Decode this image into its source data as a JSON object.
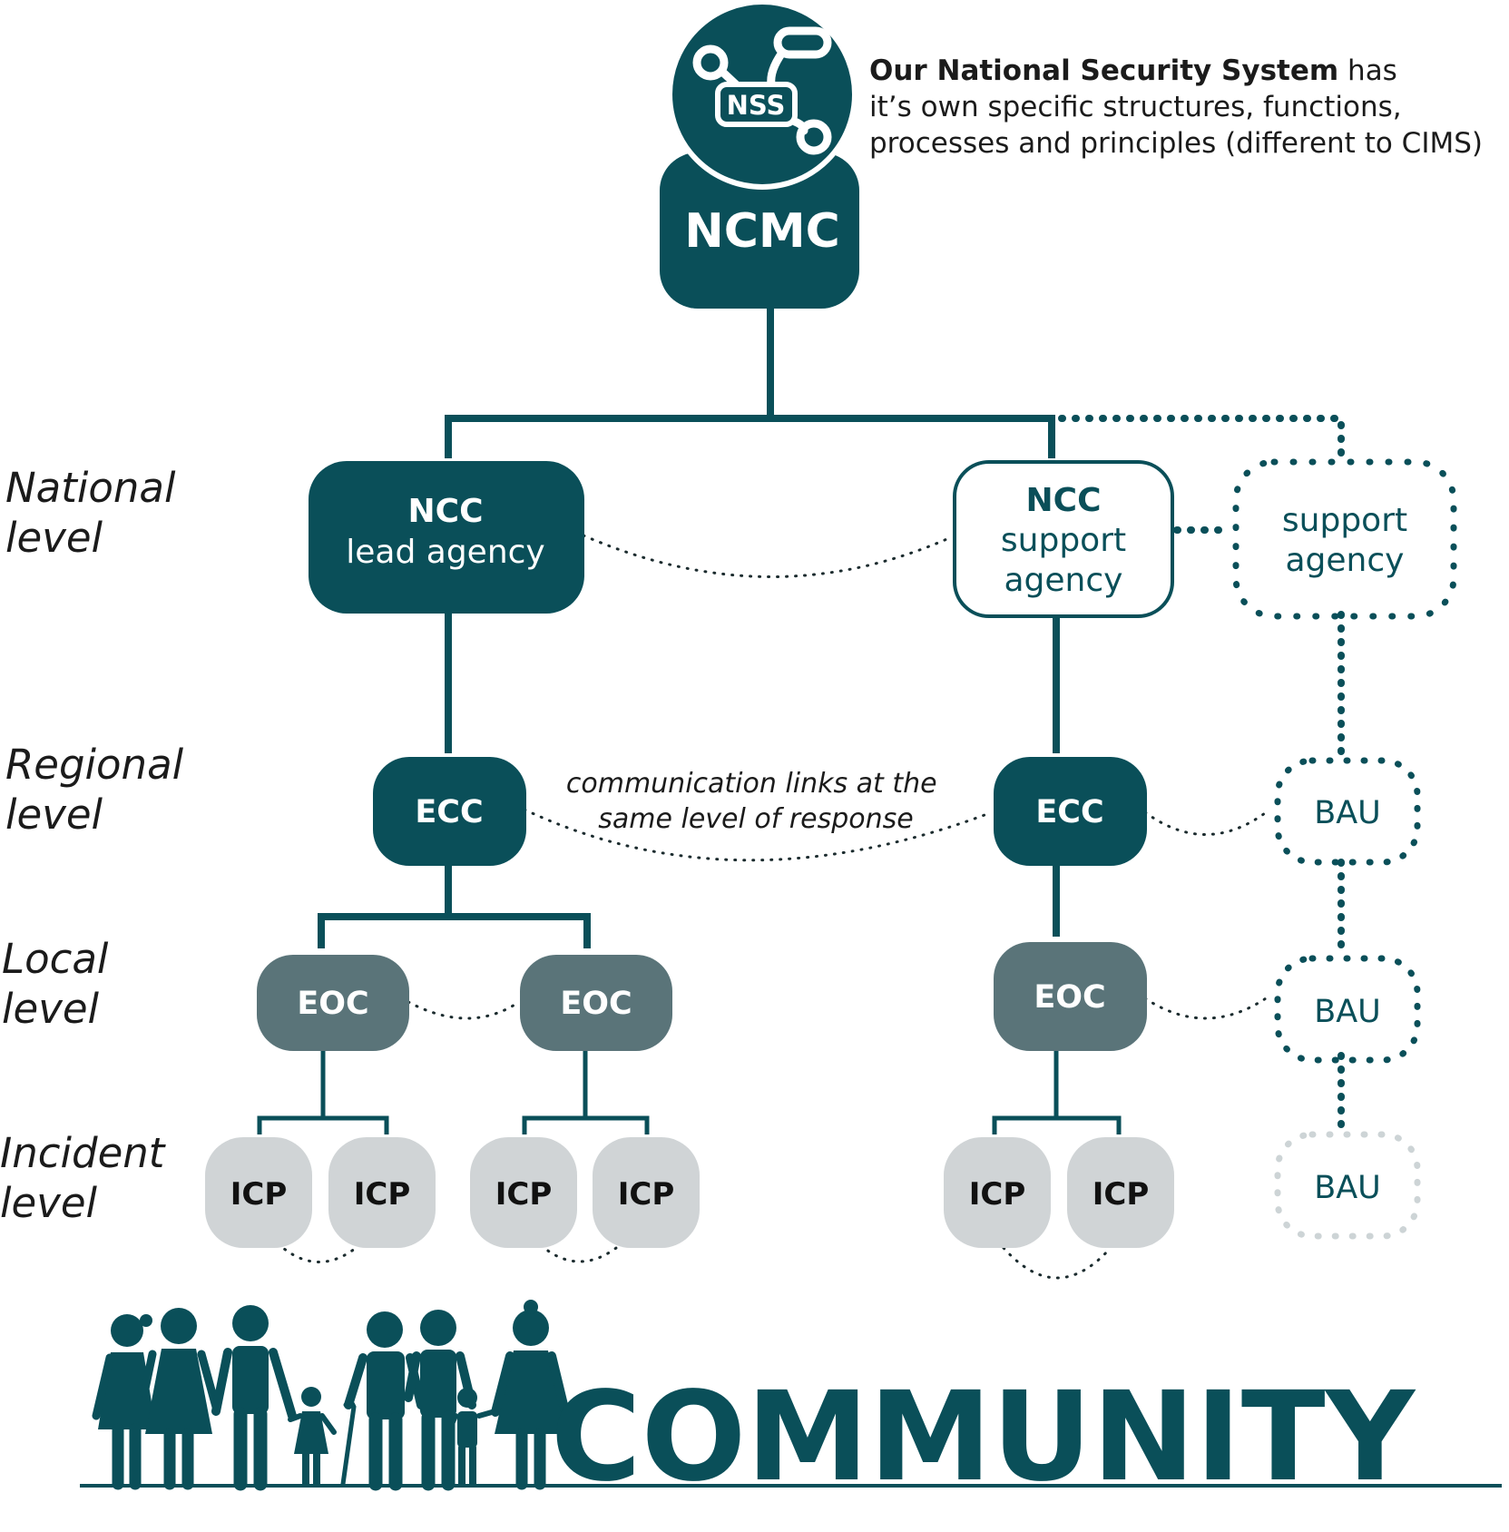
{
  "colors": {
    "primary": "#0a4f59",
    "local": "#5a7479",
    "incident": "#d0d4d6",
    "community": "#0a4f59",
    "faded": "#cdd4d6"
  },
  "intro": {
    "bold": "Our National Security System",
    "rest1": " has",
    "line2": "it’s own specific structures, functions,",
    "line3": "processes and principles (different to CIMS)"
  },
  "nss_badge": "NSS",
  "ncmc": "NCMC",
  "levels": {
    "national": [
      "National",
      "level"
    ],
    "regional": [
      "Regional",
      "level"
    ],
    "local": [
      "Local",
      "level"
    ],
    "incident": [
      "Incident",
      "level"
    ]
  },
  "ncc_lead": {
    "title": "NCC",
    "subtitle": "lead agency"
  },
  "ncc_support": {
    "title": "NCC",
    "line2": "support",
    "line3": "agency"
  },
  "support_agency": {
    "line1": "support",
    "line2": "agency"
  },
  "ecc": "ECC",
  "eoc": "EOC",
  "icp": "ICP",
  "bau": "BAU",
  "comm_note": {
    "line1": "communication links at the",
    "line2": "same level of response"
  },
  "community": "COMMUNITY"
}
